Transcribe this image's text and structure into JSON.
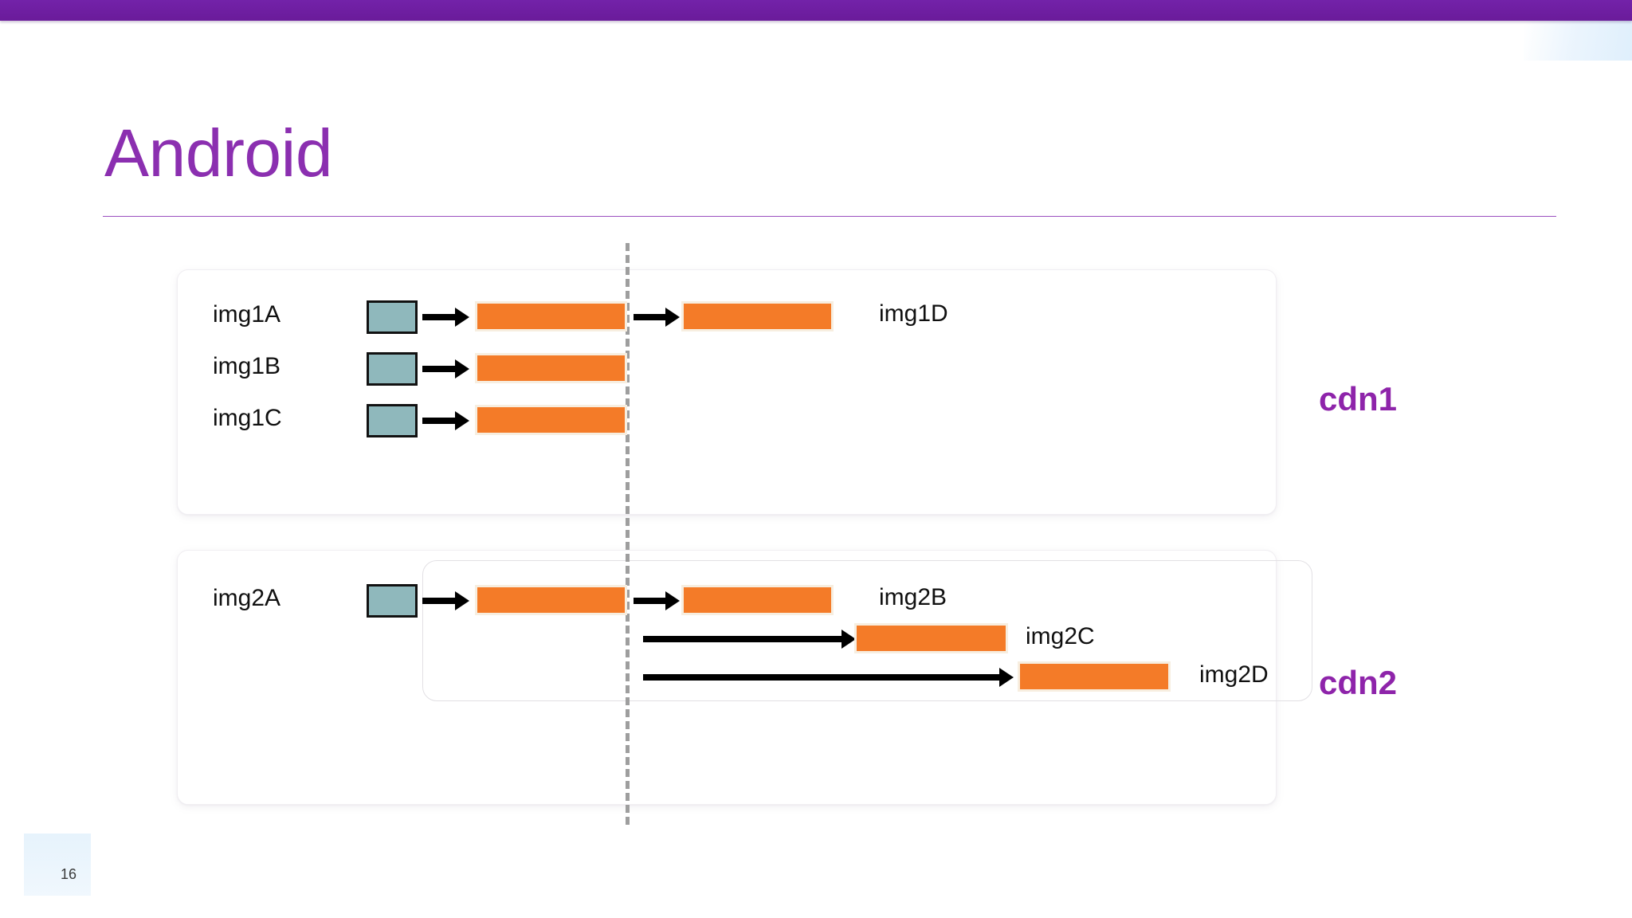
{
  "slide": {
    "title": "Android",
    "page_number": "16",
    "accent_color": "#8b2fb0",
    "top_bar_color": "#6a1b9a",
    "bar_color": "#f47b28",
    "source_box_color": "#8fb8bc",
    "split_line_color": "#9e9e9e"
  },
  "groups": [
    {
      "name": "cdn1",
      "cdn_label": "cdn1",
      "rows": [
        {
          "label": "img1A",
          "has_source": true,
          "bar": "first"
        },
        {
          "label": "img1B",
          "has_source": true,
          "bar": "first"
        },
        {
          "label": "img1C",
          "has_source": true,
          "bar": "first"
        }
      ],
      "post_split": [
        {
          "label": "img1D"
        }
      ]
    },
    {
      "name": "cdn2",
      "cdn_label": "cdn2",
      "rows": [
        {
          "label": "img2A",
          "has_source": true,
          "bar": "first"
        }
      ],
      "post_split": [
        {
          "label": "img2B"
        },
        {
          "label": "img2C"
        },
        {
          "label": "img2D"
        }
      ]
    }
  ],
  "labels": {
    "img1A": "img1A",
    "img1B": "img1B",
    "img1C": "img1C",
    "img1D": "img1D",
    "img2A": "img2A",
    "img2B": "img2B",
    "img2C": "img2C",
    "img2D": "img2D",
    "cdn1": "cdn1",
    "cdn2": "cdn2"
  }
}
